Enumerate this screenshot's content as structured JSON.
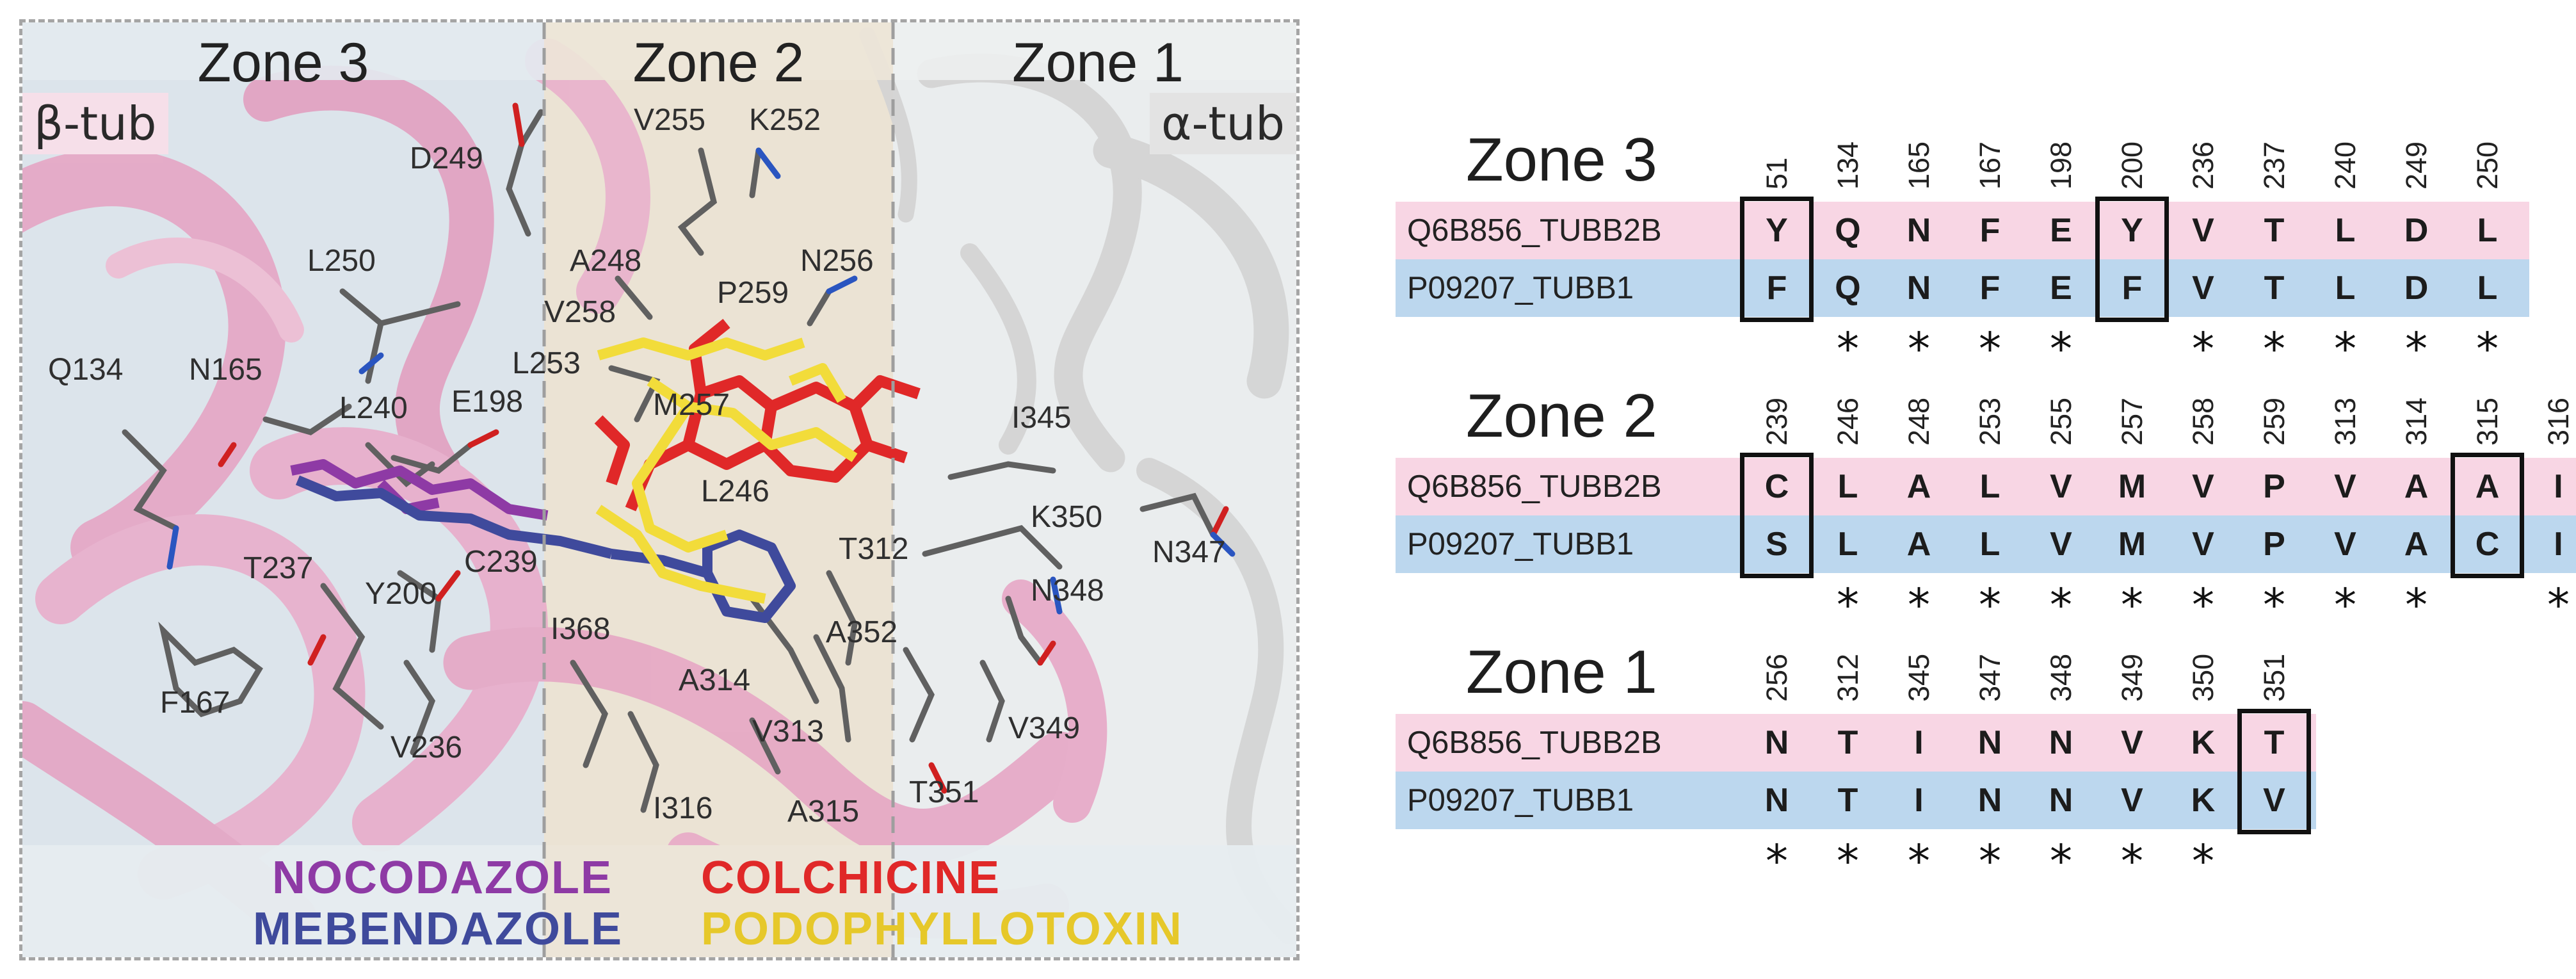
{
  "colors": {
    "zone3_bg": "#dbe3ea",
    "zone2_bg": "#e9e1d3",
    "zone1_bg": "#e8ebec",
    "beta_tub_ribbon": "#e7a3c3",
    "alpha_tub_ribbon": "#cfcfcf",
    "nocodazole": "#8e3aa5",
    "mebendazole": "#3f4a9c",
    "colchicine": "#e02828",
    "podophyllotoxin": "#e6c82a",
    "row_pink": "#f8d6e4",
    "row_blue": "#bcd7ee"
  },
  "panel": {
    "zones": [
      "Zone 3",
      "Zone 2",
      "Zone 1"
    ],
    "beta_label": "β-tub",
    "alpha_label": "α-tub",
    "residue_labels": [
      "D249",
      "V255",
      "K252",
      "L250",
      "A248",
      "N256",
      "V258",
      "P259",
      "Q134",
      "N165",
      "L253",
      "E198",
      "L240",
      "M257",
      "I345",
      "L246",
      "K350",
      "N347",
      "T312",
      "C239",
      "Y200",
      "T237",
      "N348",
      "I368",
      "A352",
      "A314",
      "F167",
      "V313",
      "V349",
      "V236",
      "T351",
      "I316",
      "A315"
    ],
    "legend": {
      "nocodazole": "NOCODAZOLE",
      "mebendazole": "MEBENDAZOLE",
      "colchicine": "COLCHICINE",
      "podophyllotoxin": "PODOPHYLLOTOXIN"
    }
  },
  "alignment": {
    "blocks": [
      {
        "title": "Zone 3",
        "positions": [
          "51",
          "134",
          "165",
          "167",
          "198",
          "200",
          "236",
          "237",
          "240",
          "249",
          "250"
        ],
        "rows": [
          {
            "name": "Q6B856_TUBB2B",
            "residues": [
              "Y",
              "Q",
              "N",
              "F",
              "E",
              "Y",
              "V",
              "T",
              "L",
              "D",
              "L"
            ]
          },
          {
            "name": "P09207_TUBB1",
            "residues": [
              "F",
              "Q",
              "N",
              "F",
              "E",
              "F",
              "V",
              "T",
              "L",
              "D",
              "L"
            ]
          }
        ],
        "conservation": [
          "",
          "*",
          "*",
          "*",
          "*",
          "",
          "*",
          "*",
          "*",
          "*",
          "*"
        ],
        "boxed": [
          0,
          5
        ]
      },
      {
        "title": "Zone 2",
        "positions": [
          "239",
          "246",
          "248",
          "253",
          "255",
          "257",
          "258",
          "259",
          "313",
          "314",
          "315",
          "316"
        ],
        "rows": [
          {
            "name": "Q6B856_TUBB2B",
            "residues": [
              "C",
              "L",
              "A",
              "L",
              "V",
              "M",
              "V",
              "P",
              "V",
              "A",
              "A",
              "I"
            ]
          },
          {
            "name": "P09207_TUBB1",
            "residues": [
              "S",
              "L",
              "A",
              "L",
              "V",
              "M",
              "V",
              "P",
              "V",
              "A",
              "C",
              "I"
            ]
          }
        ],
        "conservation": [
          "",
          "*",
          "*",
          "*",
          "*",
          "*",
          "*",
          "*",
          "*",
          "*",
          "",
          "*"
        ],
        "boxed": [
          0,
          10
        ]
      },
      {
        "title": "Zone 1",
        "positions": [
          "256",
          "312",
          "345",
          "347",
          "348",
          "349",
          "350",
          "351"
        ],
        "rows": [
          {
            "name": "Q6B856_TUBB2B",
            "residues": [
              "N",
              "T",
              "I",
              "N",
              "N",
              "V",
              "K",
              "T"
            ]
          },
          {
            "name": "P09207_TUBB1",
            "residues": [
              "N",
              "T",
              "I",
              "N",
              "N",
              "V",
              "K",
              "V"
            ]
          }
        ],
        "conservation": [
          "*",
          "*",
          "*",
          "*",
          "*",
          "*",
          "*",
          ""
        ],
        "boxed": [
          7
        ]
      }
    ]
  }
}
